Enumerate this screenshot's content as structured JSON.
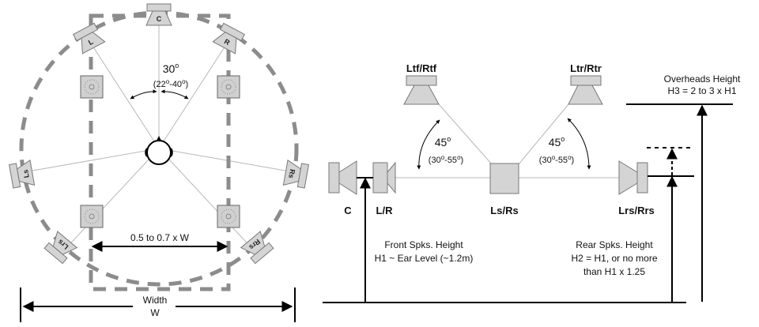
{
  "top_view": {
    "speakers": {
      "center": "C",
      "left": "L",
      "right": "R",
      "left_surround": "Ls",
      "right_surround": "Rs",
      "left_rear_surround": "Lrs",
      "right_rear_surround": "Rrs"
    },
    "angle": {
      "main": "30",
      "range": "(22",
      "range_mid": "-40",
      "range_end": ")",
      "degree_symbol": "o"
    },
    "inner_width_label": "0.5 to 0.7 x W",
    "width_label_line1": "Width",
    "width_label_line2": "W"
  },
  "side_view": {
    "labels": {
      "c": "C",
      "lr": "L/R",
      "lsrs": "Ls/Rs",
      "lrsrrs": "Lrs/Rrs",
      "ltf": "Ltf/Rtf",
      "ltr": "Ltr/Rtr"
    },
    "front_angle": {
      "main": "45",
      "range_a": "(30",
      "range_b": "-55",
      "range_c": ")"
    },
    "rear_angle": {
      "main": "45",
      "range_a": "(30",
      "range_b": "-55",
      "range_c": ")"
    },
    "overheads": {
      "line1": "Overheads Height",
      "line2": "H3 = 2 to 3 x H1"
    },
    "front_height": {
      "line1": "Front Spks. Height",
      "line2": "H1 ~ Ear Level (~1.2m)"
    },
    "rear_height": {
      "line1": "Rear Spks. Height",
      "line2": "H2 = H1, or no more",
      "line3": "than H1 x 1.25"
    }
  }
}
